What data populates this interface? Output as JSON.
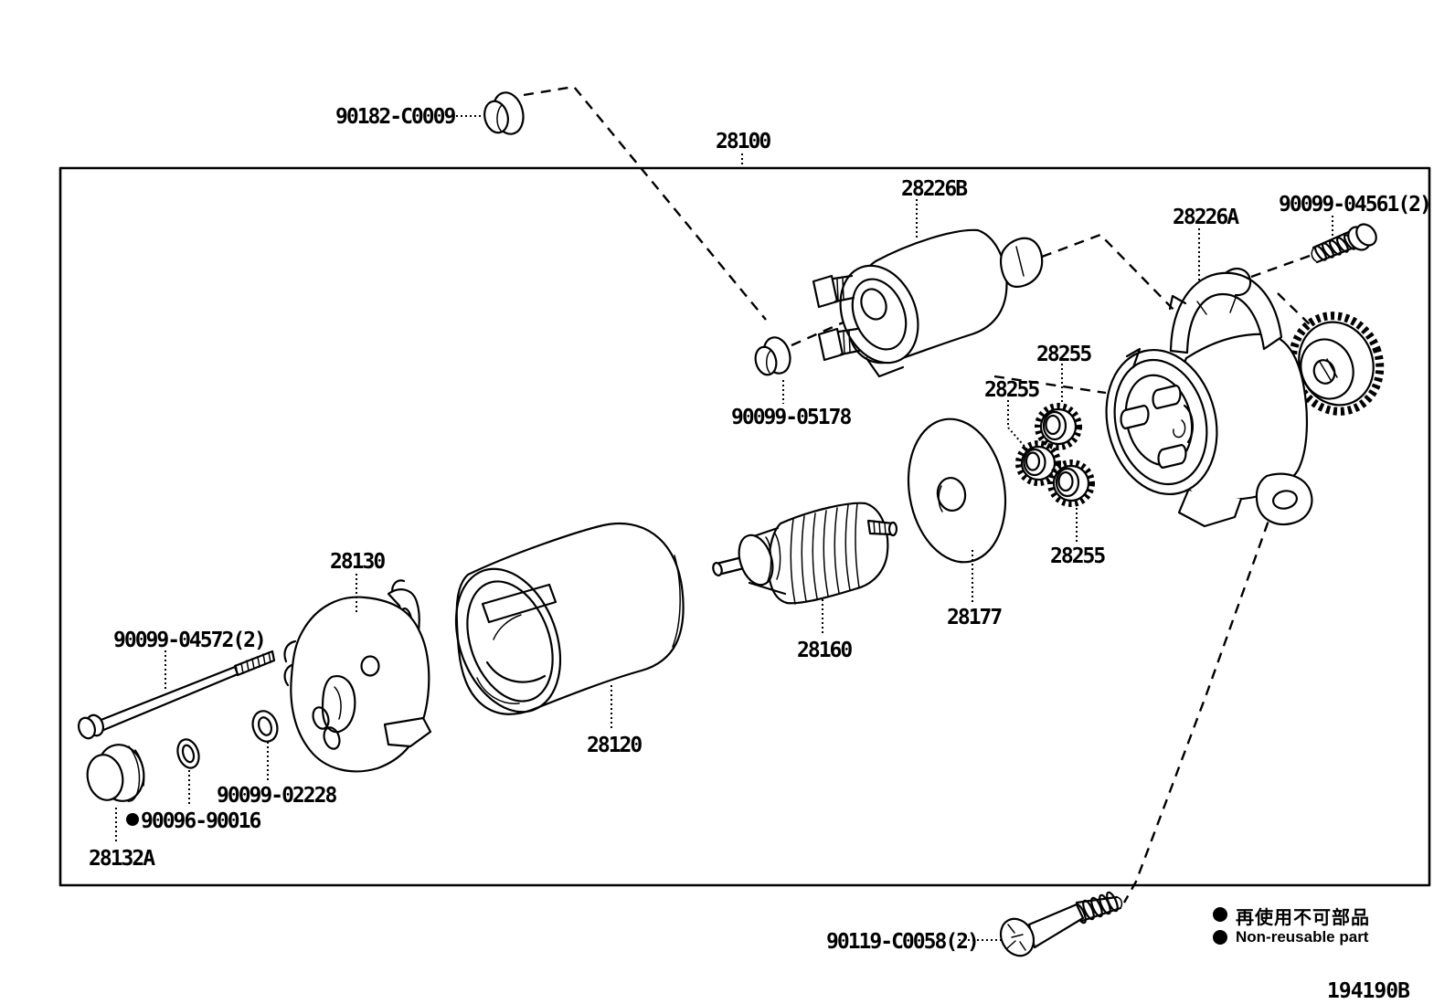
{
  "diagram": {
    "figure_code": "194190B",
    "assembly_label": "28100",
    "legend": {
      "bullet": "●",
      "jp": "再使用不可部品",
      "en": "Non-reusable part"
    },
    "parts": {
      "bushing_90182": "90182-C0009",
      "solenoid_28226b": "28226B",
      "bracket_28226a": "28226A",
      "bolt_90099_04561": "90099-04561(2)",
      "bushing_90099_05178": "90099-05178",
      "gear_28255_top": "28255",
      "gear_28255_left": "28255",
      "gear_28255_bottom": "28255",
      "plate_28177": "28177",
      "armature_28160": "28160",
      "yoke_28120": "28120",
      "end_frame_28130": "28130",
      "through_bolt_90099_04572": "90099-04572(2)",
      "washer_90099_02228": "90099-02228",
      "oring_90096_90016": "90096-90016",
      "cap_28132a": "28132A",
      "bolt_90119_c0058": "90119-C0058(2)"
    }
  }
}
